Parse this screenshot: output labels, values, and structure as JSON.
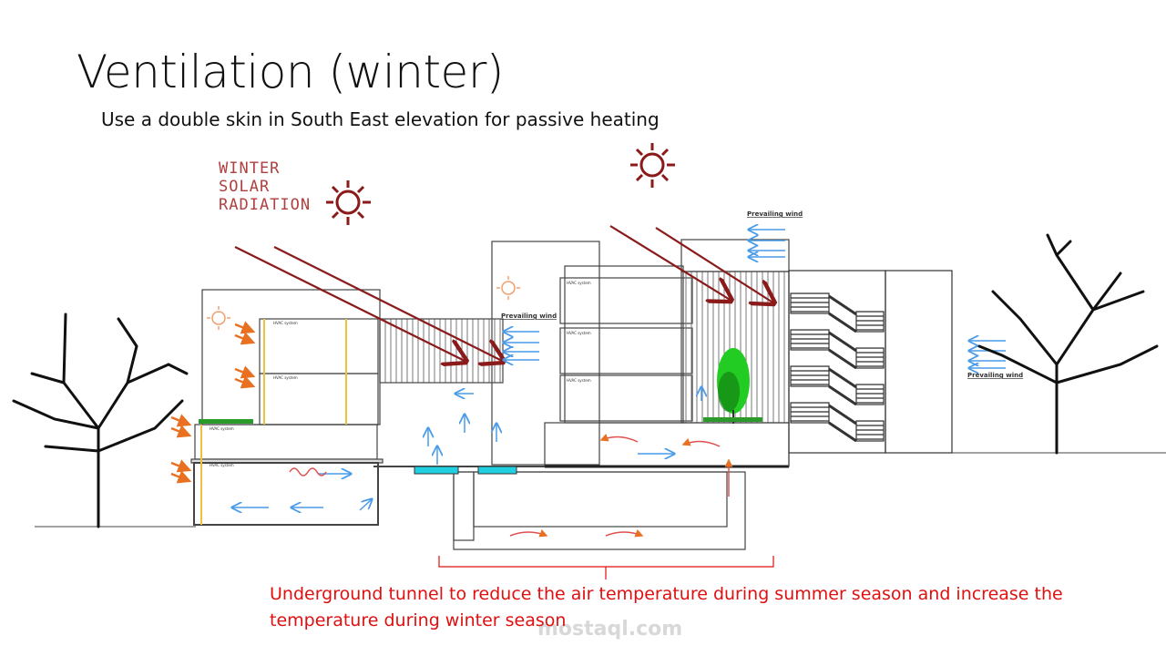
{
  "slide": {
    "title": "Ventilation (winter)",
    "subtitle": "Use a double skin in South East  elevation for passive heating",
    "caption": "Underground tunnel to reduce the air temperature during summer season and increase  the temperature during winter season",
    "watermark": "mostaql.com"
  },
  "diagram": {
    "solar_label": [
      "WINTER",
      "SOLAR",
      "RADIATION"
    ],
    "wind_labels": [
      "Prevailing wind",
      "Prevailing wind",
      "Prevailing wind"
    ],
    "hvac_label": "HVAC system",
    "colors": {
      "solar_ray": "#8b1a1a",
      "wind_arrow": "#4a9be8",
      "heat_arrow": "#e87020",
      "water": "#20d0e0",
      "tree_green": "#22cc22",
      "tunnel_arrow": "#e05050"
    }
  }
}
